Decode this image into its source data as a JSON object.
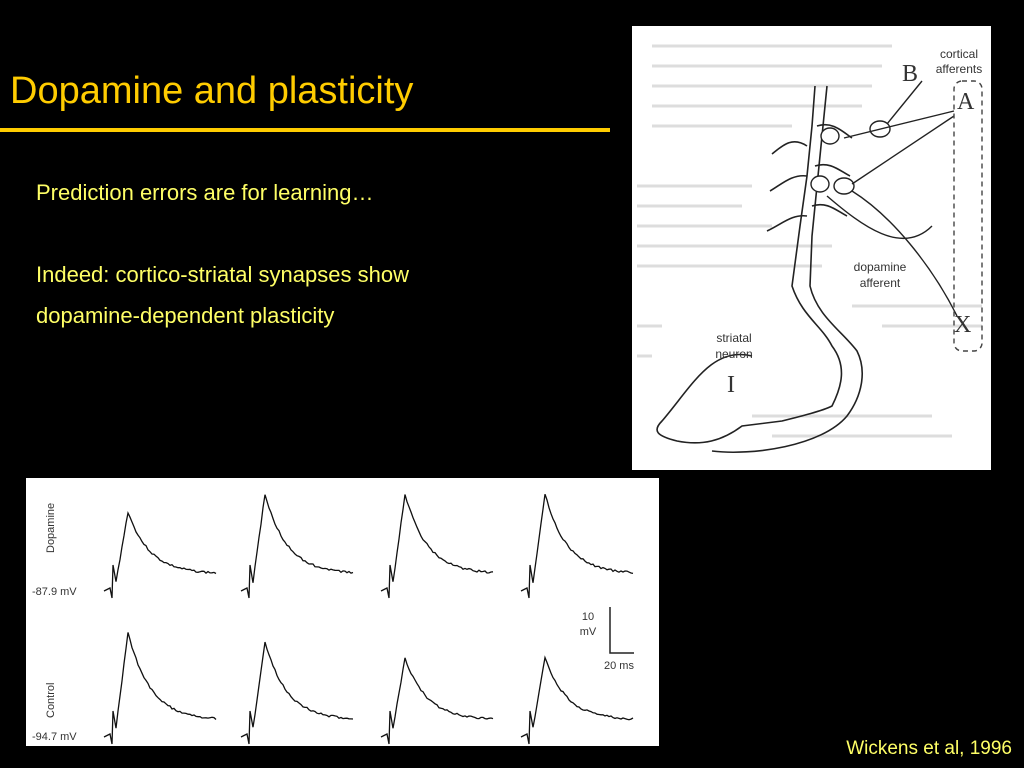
{
  "slide": {
    "title": "Dopamine and plasticity",
    "bullets": [
      "Prediction errors are for learning…",
      "Indeed: cortico-striatal synapses show",
      "dopamine-dependent plasticity"
    ],
    "citation": "Wickens et al, 1996"
  },
  "diagram": {
    "labels": {
      "cortical_afferents_line1": "cortical",
      "cortical_afferents_line2": "afferents",
      "dopamine_afferent_line1": "dopamine",
      "dopamine_afferent_line2": "afferent",
      "striatal_neuron_line1": "striatal",
      "striatal_neuron_line2": "neuron",
      "letter_b": "B",
      "letter_a": "A",
      "letter_x": "X",
      "letter_i": "I"
    }
  },
  "traces": {
    "row_labels": {
      "dopamine": "Dopamine",
      "control": "Control"
    },
    "voltages": {
      "dopamine": "-87.9 mV",
      "control": "-94.7 mV"
    },
    "scale_bar": {
      "amplitude_value": "10",
      "amplitude_unit": "mV",
      "time": "20 ms"
    }
  }
}
